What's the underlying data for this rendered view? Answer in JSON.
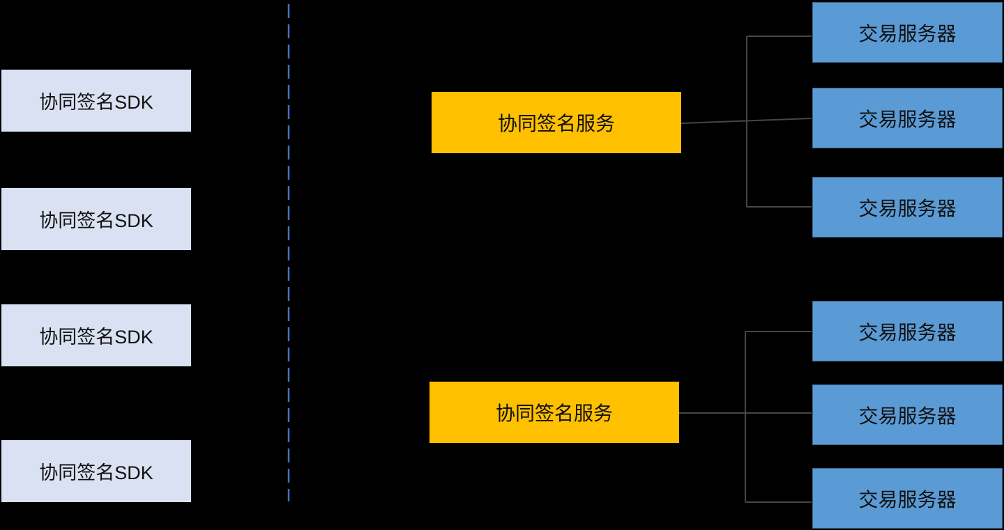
{
  "diagram": {
    "type": "architecture-diagram",
    "background": "#000000"
  },
  "colors": {
    "background": "#000000",
    "sdk_fill": "#D9E1F2",
    "service_fill": "#FFC000",
    "server_fill": "#5B9BD5",
    "divider": "#4472C4",
    "connector": "#464646",
    "text": "#111111"
  },
  "nodes": {
    "sdk": [
      {
        "label": "协同签名SDK"
      },
      {
        "label": "协同签名SDK"
      },
      {
        "label": "协同签名SDK"
      },
      {
        "label": "协同签名SDK"
      }
    ],
    "services": [
      {
        "label": "协同签名服务"
      },
      {
        "label": "协同签名服务"
      }
    ],
    "servers": [
      {
        "label": "交易服务器"
      },
      {
        "label": "交易服务器"
      },
      {
        "label": "交易服务器"
      },
      {
        "label": "交易服务器"
      },
      {
        "label": "交易服务器"
      },
      {
        "label": "交易服务器"
      }
    ]
  },
  "relations": {
    "service_top_connects_to": [
      "servers.0",
      "servers.1",
      "servers.2"
    ],
    "service_bottom_connects_to": [
      "servers.3",
      "servers.4",
      "servers.5"
    ]
  }
}
